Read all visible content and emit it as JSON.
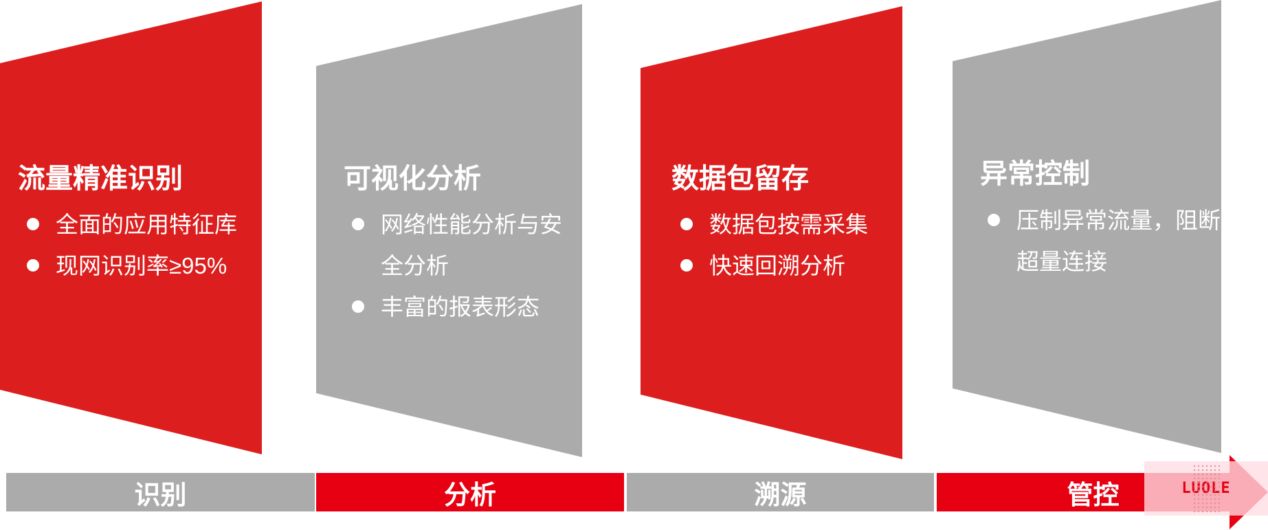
{
  "panels": [
    {
      "title": "流量精准识别",
      "color": "#DC1E1E",
      "bullets": [
        "全面的应用特征库",
        "现网识别率≥95%"
      ]
    },
    {
      "title": "可视化分析",
      "color": "#ABABAB",
      "bullets": [
        "网络性能分析与安全分析",
        "丰富的报表形态"
      ]
    },
    {
      "title": "数据包留存",
      "color": "#DC1E1E",
      "bullets": [
        "数据包按需采集",
        "快速回溯分析"
      ]
    },
    {
      "title": "异常控制",
      "color": "#ABABAB",
      "bullets": [
        "压制异常流量，阻断超量连接"
      ]
    }
  ],
  "stages": [
    {
      "label": "识别",
      "color": "#ABABAB"
    },
    {
      "label": "分析",
      "color": "#E60012"
    },
    {
      "label": "溯源",
      "color": "#ABABAB"
    },
    {
      "label": "管控",
      "color": "#E60012"
    }
  ],
  "logo": {
    "text": "LUOLE"
  }
}
